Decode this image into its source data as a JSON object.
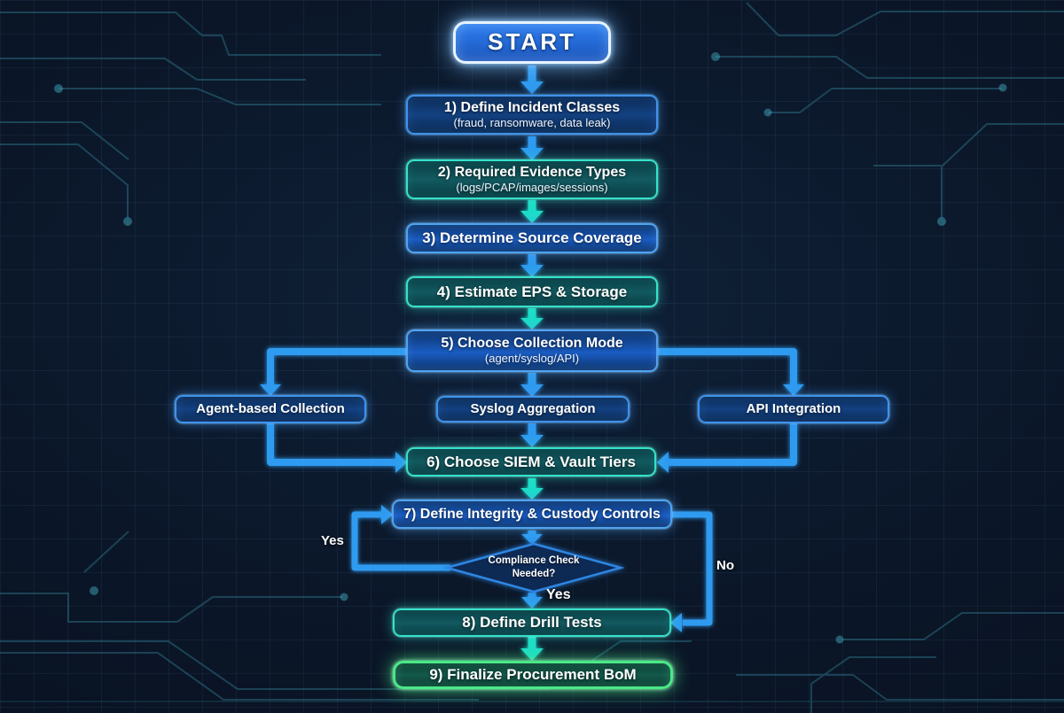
{
  "flowchart": {
    "start": {
      "label": "START"
    },
    "nodes": [
      {
        "title": "1) Define Incident Classes",
        "subtitle": "(fraud, ransomware, data leak)"
      },
      {
        "title": "2) Required Evidence Types",
        "subtitle": "(logs/PCAP/images/sessions)"
      },
      {
        "title": "3) Determine Source Coverage"
      },
      {
        "title": "4) Estimate EPS & Storage"
      },
      {
        "title": "5) Choose Collection Mode",
        "subtitle": "(agent/syslog/API)"
      },
      {
        "title": "Agent-based Collection"
      },
      {
        "title": "Syslog Aggregation"
      },
      {
        "title": "API Integration"
      },
      {
        "title": "6) Choose SIEM & Vault Tiers"
      },
      {
        "title": "7) Define Integrity & Custody Controls"
      },
      {
        "title": "Compliance Check Needed?"
      },
      {
        "title": "8) Define Drill Tests"
      },
      {
        "title": "9) Finalize Procurement BoM"
      }
    ],
    "edge_labels": {
      "yes_loop": "Yes",
      "yes_down": "Yes",
      "no_branch": "No"
    },
    "colors": {
      "background": "#0b1729",
      "blue_arrow": "#2f9bf0",
      "teal_arrow": "#1bdec8",
      "blue_border": "#3f93ea",
      "teal_border": "#35e2cb",
      "green_border": "#4ae987",
      "circuit_trace": "#3fa3b8"
    }
  }
}
